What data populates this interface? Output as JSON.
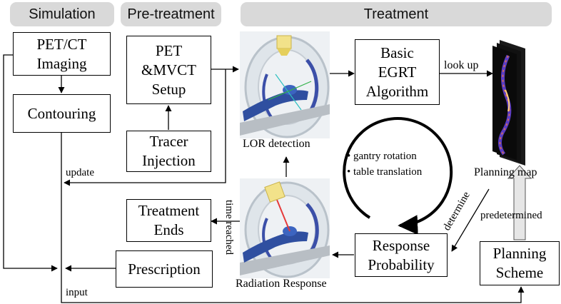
{
  "phases": {
    "simulation": "Simulation",
    "pretreatment": "Pre-treatment",
    "treatment": "Treatment"
  },
  "boxes": {
    "pet_ct": [
      "PET/CT",
      "Imaging"
    ],
    "contouring": "Contouring",
    "pet_mvct": [
      "PET",
      "&MVCT",
      "Setup"
    ],
    "tracer": [
      "Tracer",
      "Injection"
    ],
    "egrt": [
      "Basic",
      "EGRT",
      "Algorithm"
    ],
    "treatment_ends": [
      "Treatment",
      "Ends"
    ],
    "prescription": "Prescription",
    "response": [
      "Response",
      "Probability"
    ],
    "planning_scheme": [
      "Planning",
      "Scheme"
    ]
  },
  "labels": {
    "lor": "LOR detection",
    "radiation": "Radiation Response",
    "planning_map": "Planning map",
    "look_up": "look  up",
    "update": "update",
    "input": "input",
    "time_reached": "time reached",
    "determine": "determine",
    "predetermined": "predetermined"
  },
  "cycle": {
    "items": [
      "gantry rotation",
      "table translation"
    ]
  }
}
